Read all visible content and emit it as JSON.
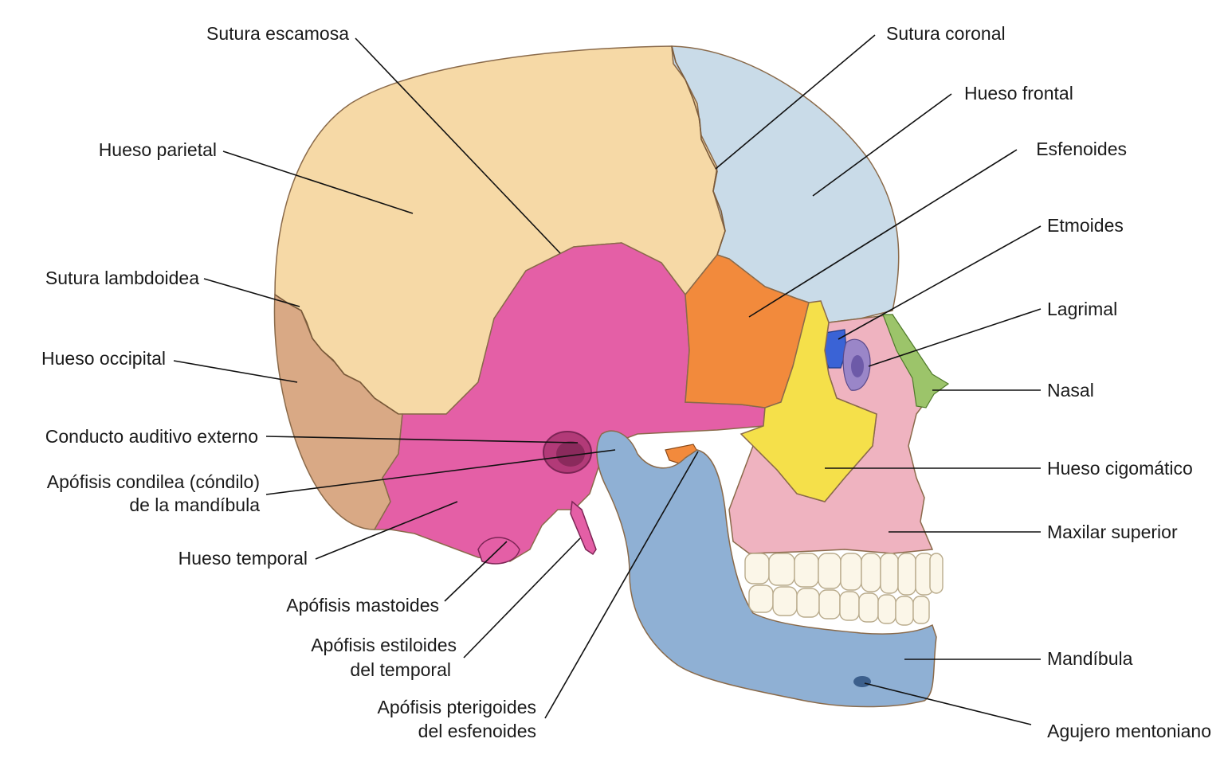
{
  "labels": {
    "sutura_escamosa": "Sutura escamosa",
    "sutura_coronal": "Sutura coronal",
    "hueso_frontal": "Hueso frontal",
    "hueso_parietal": "Hueso parietal",
    "esfenoides": "Esfenoides",
    "etmoides": "Etmoides",
    "sutura_lambdoidea": "Sutura lambdoidea",
    "lagrimal": "Lagrimal",
    "hueso_occipital": "Hueso occipital",
    "nasal": "Nasal",
    "conducto_auditivo": "Conducto auditivo externo",
    "apofisis_condilea_1": "Apófisis condilea (cóndilo)",
    "apofisis_condilea_2": "de la mandíbula",
    "hueso_cigomatico": "Hueso cigomático",
    "maxilar_superior": "Maxilar superior",
    "hueso_temporal": "Hueso temporal",
    "apofisis_mastoides": "Apófisis mastoides",
    "apofisis_estiloides_1": "Apófisis estiloides",
    "apofisis_estiloides_2": "del temporal",
    "mandibula": "Mandíbula",
    "apofisis_pterigoides_1": "Apófisis pterigoides",
    "apofisis_pterigoides_2": "del esfenoides",
    "agujero_mentoniano": "Agujero mentoniano"
  },
  "colors": {
    "parietal": "#f6d9a6",
    "frontal": "#c9dbe8",
    "occipital": "#d9a985",
    "temporal": "#e45fa6",
    "sphenoid": "#f28a3c",
    "zygomatic": "#f5e04a",
    "maxilla": "#efb3c0",
    "mandible": "#8fb0d4",
    "ethmoid": "#3a63d6",
    "lacrimal": "#9a86c8",
    "nasal": "#9cc46a"
  }
}
